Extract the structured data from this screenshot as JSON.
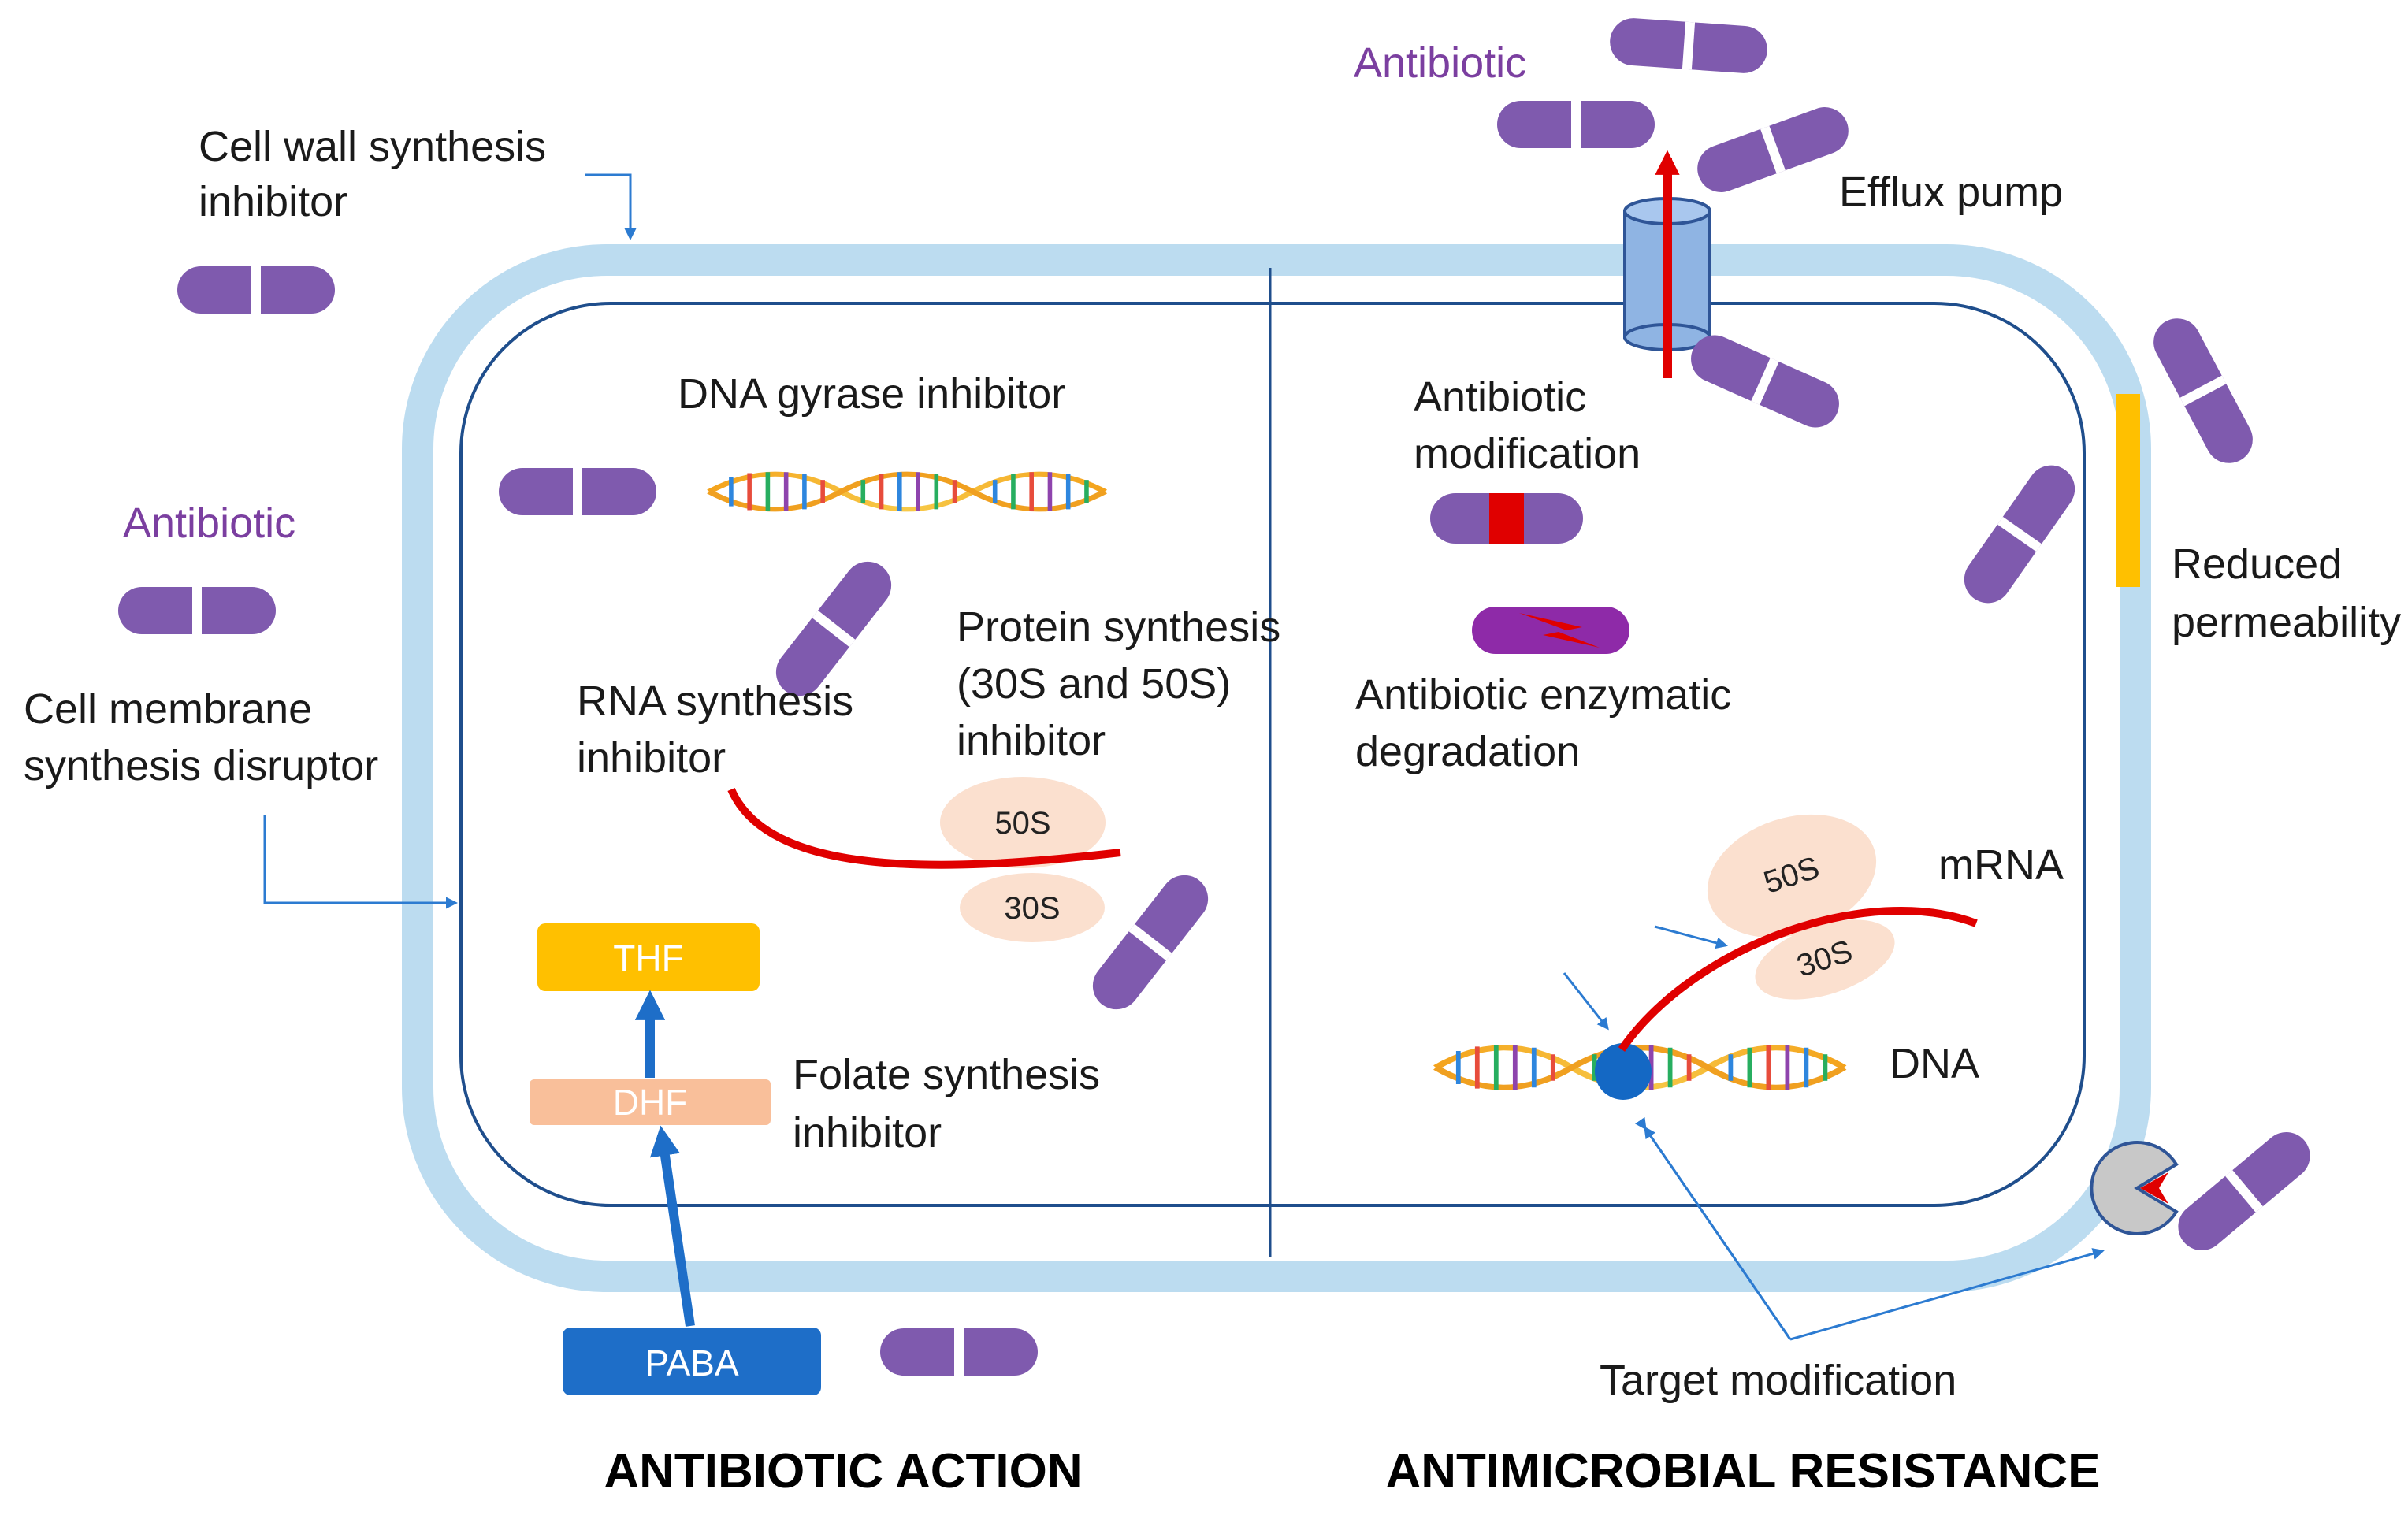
{
  "labels": {
    "antibiotic_top": "Antibiotic",
    "antibiotic_left": "Antibiotic",
    "efflux_pump": "Efflux pump",
    "cell_wall": [
      "Cell wall synthesis",
      "inhibitor"
    ],
    "cell_membrane": [
      "Cell membrane",
      "synthesis disruptor"
    ],
    "dna_gyrase": "DNA gyrase inhibitor",
    "rna_synthesis": [
      "RNA synthesis",
      "inhibitor"
    ],
    "protein_synthesis": [
      "Protein synthesis",
      "(30S and 50S)",
      "inhibitor"
    ],
    "folate_synthesis": [
      "Folate synthesis",
      "inhibitor"
    ],
    "antibiotic_modification": [
      "Antibiotic",
      "modification"
    ],
    "enzymatic_degradation": [
      "Antibiotic enzymatic",
      "degradation"
    ],
    "reduced_permeability": [
      "Reduced",
      "permeability"
    ],
    "mrna": "mRNA",
    "dna": "DNA",
    "target_modification": "Target modification"
  },
  "boxes": {
    "thf": "THF",
    "dhf": "DHF",
    "paba": "PABA"
  },
  "ribosome": {
    "large": "50S",
    "small": "30S"
  },
  "sections": {
    "left_title": "ANTIBIOTIC ACTION",
    "right_title": "ANTIMICROBIAL RESISTANCE"
  },
  "colors": {
    "capsule": "#7f5aae",
    "cell_wall": "#bcdcf0",
    "membrane": "#1f4e8c",
    "arrow_blue": "#2c7bd1",
    "red": "#e00000",
    "thf": "#ffc000",
    "dhf": "#f9bf9a",
    "paba": "#1e6ec8",
    "ribosome": "#fbe0cf",
    "purple_text": "#7b3fa0"
  }
}
